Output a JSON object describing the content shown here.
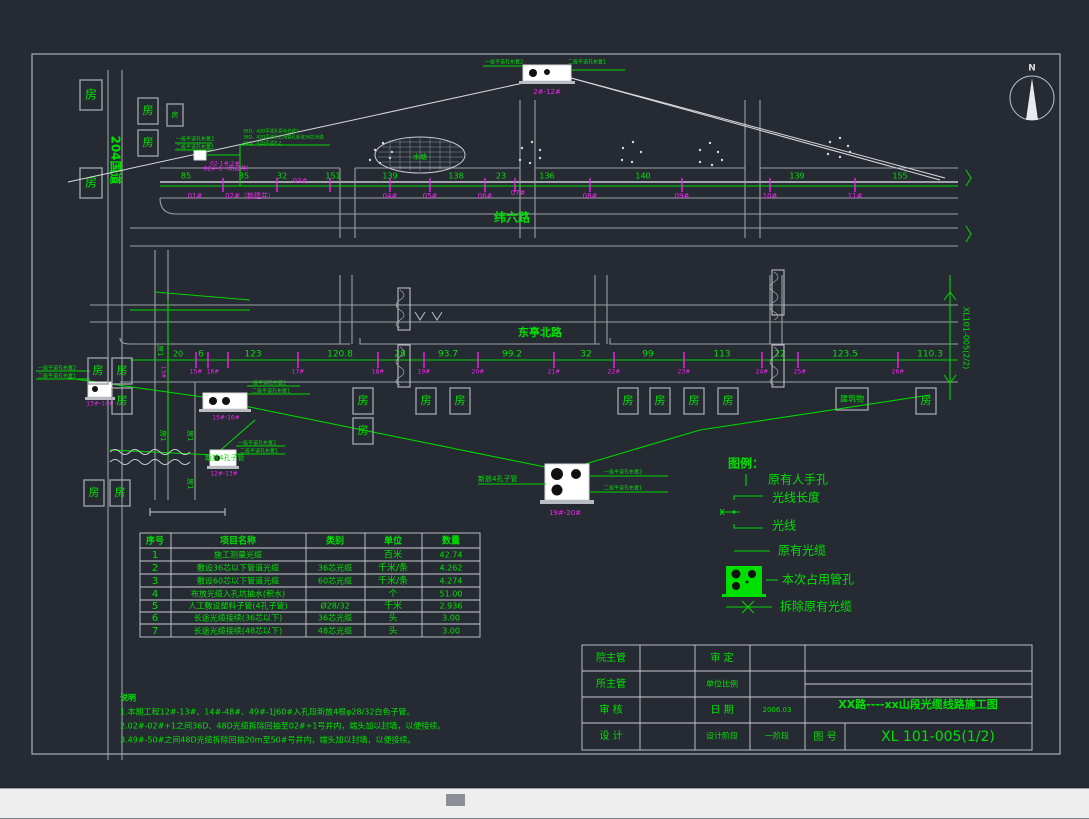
{
  "app": {
    "background_color": "#262b33",
    "scrollbar_color": "#eeeeee"
  },
  "drawing": {
    "sheet_number": "XL 101-005(1/2)",
    "adjacent_sheet_label": "XL101-005(2/2)",
    "compass_label": "N",
    "roads": [
      {
        "name": "204国道",
        "orientation": "vertical"
      },
      {
        "name": "纬六路",
        "orientation": "horizontal"
      },
      {
        "name": "东亭北路",
        "orientation": "horizontal"
      }
    ],
    "building_label": "房",
    "top_route": {
      "manholes": [
        "01#",
        "02#（新建井）",
        "02#-1（新建井）",
        "03#",
        "04#",
        "05#",
        "06#",
        "07#",
        "08#",
        "09#",
        "10#",
        "11#"
      ],
      "span_lengths": [
        "85",
        "35",
        "32",
        "151",
        "139",
        "138",
        "23",
        "136",
        "140",
        "139",
        "155"
      ],
      "cabinet_label": "2#-12#"
    },
    "middle_route": {
      "manholes": [
        "13#",
        "15#",
        "16#",
        "17#",
        "18#",
        "19#",
        "20#",
        "21#",
        "22#",
        "23#",
        "24#",
        "25#",
        "26#"
      ],
      "span_lengths": [
        "20",
        "6",
        "123",
        "120.8",
        "28",
        "93.7",
        "99.2",
        "32",
        "99",
        "113",
        "22",
        "123.5",
        "110.3"
      ],
      "cabinets": [
        "15#-16#",
        "12#-13#",
        "13#-14#",
        "19#-20#"
      ],
      "subduct_note": "新放4孔子管"
    },
    "callouts": {
      "level1": "一级平道孔布置2",
      "level2": "二级平道孔布置1",
      "new_well": "02#-1（新建井）",
      "new_well2": "02#（新建井）",
      "duct_note": "新放4孔子管",
      "top_note": "36D、42D平道孔原有光缆2\n36D、42D平道孔占用管孔新放36芯光缆\n36D、42D平道孔2"
    }
  },
  "legend": {
    "title": "图例：",
    "items": [
      {
        "symbol": "manhole",
        "label": "原有人手孔"
      },
      {
        "symbol": "length",
        "label": "光线长度"
      },
      {
        "symbol": "line",
        "label": "光线"
      },
      {
        "symbol": "existing-cable",
        "label": "原有光缆"
      },
      {
        "symbol": "occupied-duct",
        "label": "本次占用管孔"
      },
      {
        "symbol": "removed-cable",
        "label": "拆除原有光缆"
      }
    ]
  },
  "boq": {
    "headers": [
      "序号",
      "项目名称",
      "类别",
      "单位",
      "数量"
    ],
    "rows": [
      {
        "no": "1",
        "name": "施工测量光缆",
        "type": "",
        "unit": "百米",
        "qty": "42.74"
      },
      {
        "no": "2",
        "name": "敷设36芯以下管道光缆",
        "type": "36芯光缆",
        "unit": "千米/条",
        "qty": "4.262"
      },
      {
        "no": "3",
        "name": "敷设60芯以下管道光缆",
        "type": "60芯光缆",
        "unit": "千米/条",
        "qty": "4.274"
      },
      {
        "no": "4",
        "name": "布放光缆入孔坑抽水(积水)",
        "type": "",
        "unit": "个",
        "qty": "51.00"
      },
      {
        "no": "5",
        "name": "人工敷设塑料子管(4孔子管)",
        "type": "Ø28/32",
        "unit": "千米",
        "qty": "2.936"
      },
      {
        "no": "6",
        "name": "长途光缆接续(36芯以下)",
        "type": "36芯光缆",
        "unit": "头",
        "qty": "3.00"
      },
      {
        "no": "7",
        "name": "长途光缆接续(48芯以下)",
        "type": "48芯光缆",
        "unit": "头",
        "qty": "3.00"
      }
    ]
  },
  "notes": {
    "title": "说明",
    "lines": [
      "1.本期工程12#-13#、14#-48#、49#-1J60#入孔段新放4根φ28/32白色子管。",
      "2.02#-02#+1之间36D、48D光缆拆除回抽至02#+1号井内，端头加以封墙，以便接续。",
      "3.49#-50#之间48D光缆拆除回抽20m至50#号井内，端头加以封墙，以便接续。"
    ]
  },
  "title_block": {
    "rows": [
      {
        "label": "院主管",
        "value": "",
        "label2": "审  定",
        "value2": ""
      },
      {
        "label": "所主管",
        "value": "",
        "label2": "单位比例",
        "value2": ""
      },
      {
        "label": "审  核",
        "value": "",
        "label2": "日  期",
        "value2": "2006.03"
      },
      {
        "label": "设  计",
        "value": "",
        "label2": "设计阶段",
        "value2": "一阶段"
      }
    ],
    "project_title": "XX路----xx山段光缆线路施工图",
    "dwg_no_label": "图  号",
    "dwg_no_value": "XL 101-005(1/2)"
  }
}
